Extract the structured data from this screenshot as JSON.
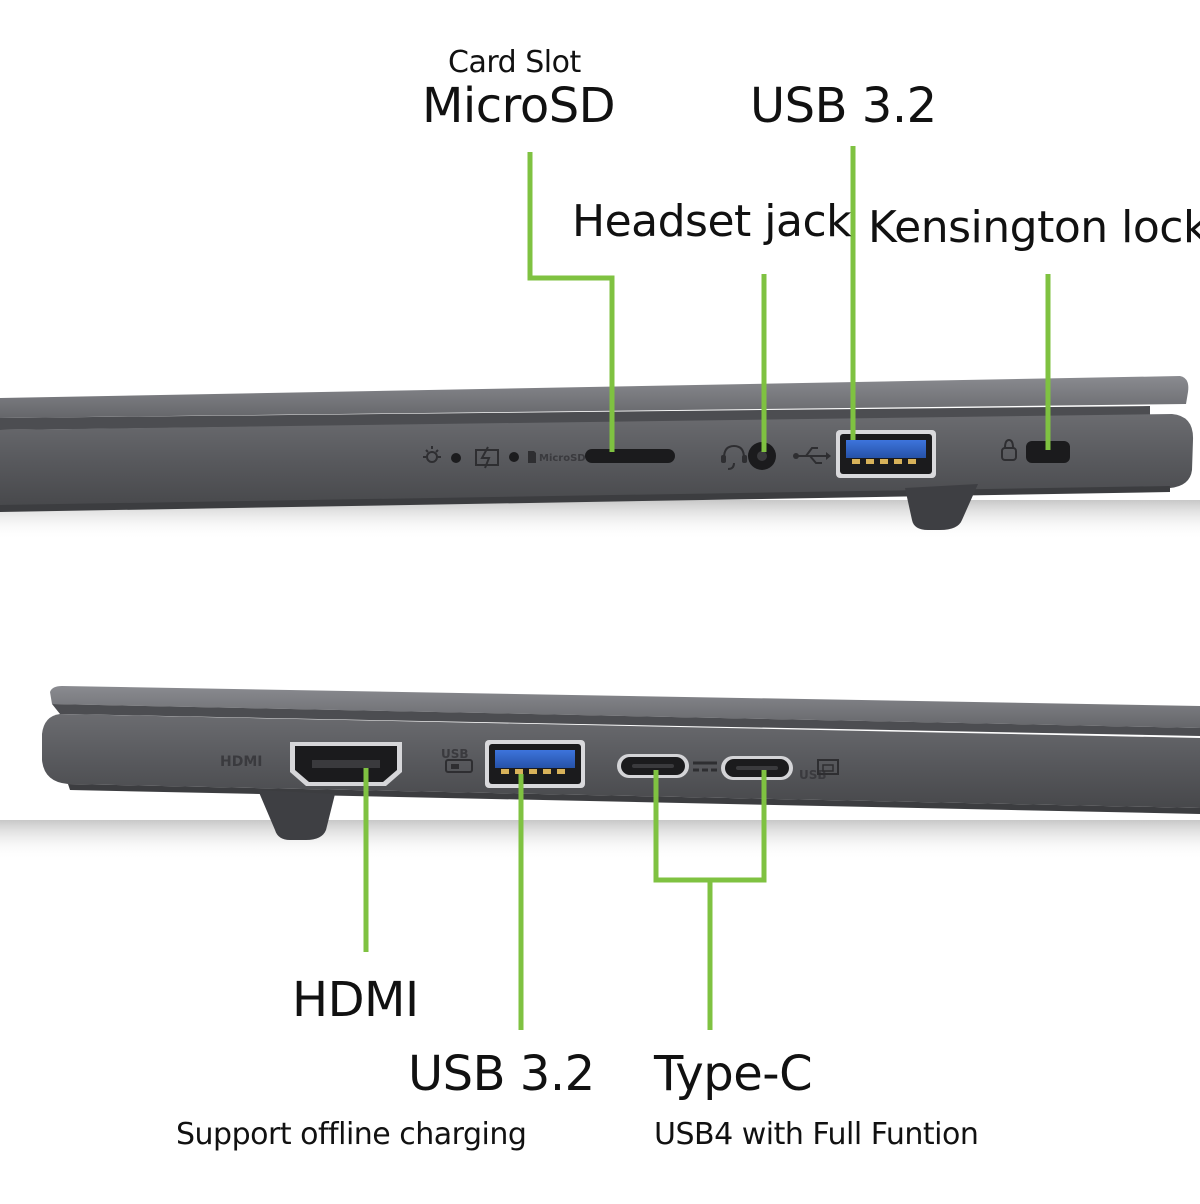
{
  "colors": {
    "accent_line": "#7fc241",
    "laptop_body": "#5c5d61",
    "laptop_lid": "#737479",
    "port_dark": "#1b1b1d",
    "usb_blue": "#2f63c9",
    "background": "#ffffff"
  },
  "right_side": {
    "card_slot_caption": "Card Slot",
    "microsd_label": "MicroSD",
    "usb_label": "USB 3.2",
    "headset_label": "Headset jack",
    "kensington_label": "Kensington lock",
    "microsd_engraving": "MicroSD",
    "icons": [
      "light-sensor-icon",
      "battery-charging-icon",
      "sd-card-icon",
      "headset-icon",
      "usb-icon",
      "lock-icon"
    ]
  },
  "left_side": {
    "hdmi_label": "HDMI",
    "usb_label": "USB 3.2",
    "usb_sublabel": "Support offline charging",
    "typec_label": "Type-C",
    "typec_sublabel": "USB4 with Full Funtion",
    "hdmi_engraving": "HDMI",
    "icons": [
      "usb-charge-icon",
      "dc-power-icon",
      "usb-display-icon"
    ]
  }
}
